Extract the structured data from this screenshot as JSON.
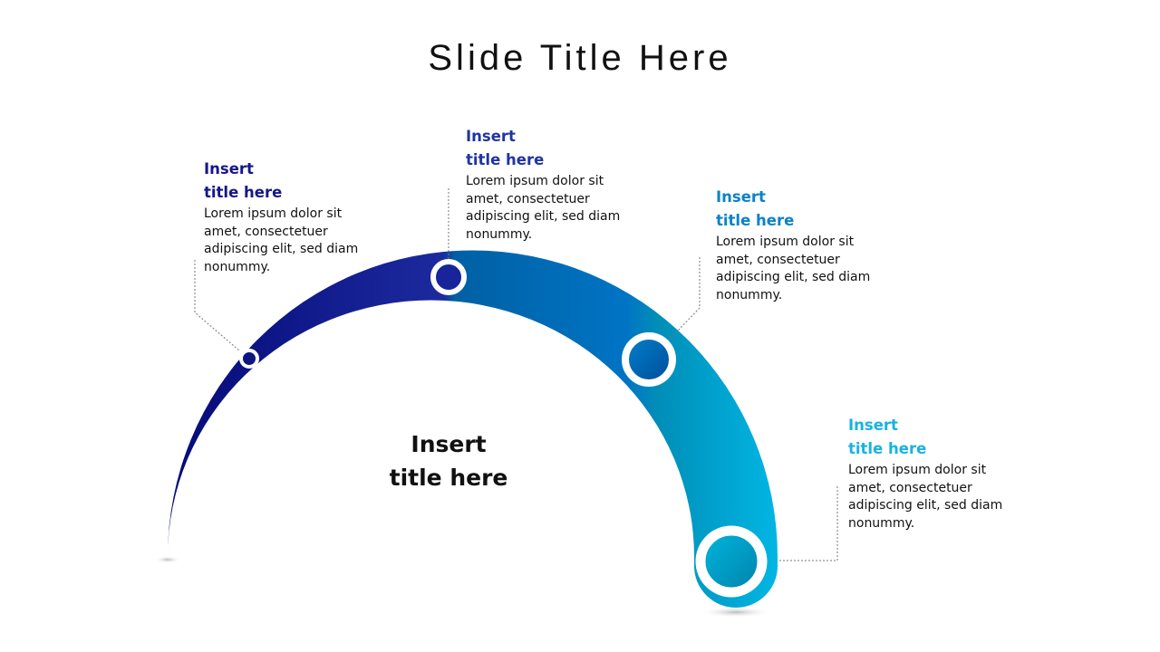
{
  "slide": {
    "title": "Slide Title Here"
  },
  "center": {
    "line1": "Insert",
    "line2": "title here"
  },
  "items": [
    {
      "title1": "Insert",
      "title2": "title here",
      "body": [
        "Lorem ipsum dolor sit",
        "amet, consectetuer",
        "adipiscing elit, sed diam",
        "nonummy."
      ],
      "color": "#16168a"
    },
    {
      "title1": "Insert",
      "title2": "title here",
      "body": [
        "Lorem ipsum dolor sit",
        "amet, consectetuer",
        "adipiscing elit, sed diam",
        "nonummy."
      ],
      "color": "#1f35a0"
    },
    {
      "title1": "Insert",
      "title2": "title here",
      "body": [
        "Lorem ipsum dolor sit",
        "amet, consectetuer",
        "adipiscing elit, sed diam",
        "nonummy."
      ],
      "color": "#0b82c8"
    },
    {
      "title1": "Insert",
      "title2": "title here",
      "body": [
        "Lorem ipsum dolor sit",
        "amet, consectetuer",
        "adipiscing elit, sed diam",
        "nonummy."
      ],
      "color": "#17b3e2"
    }
  ]
}
